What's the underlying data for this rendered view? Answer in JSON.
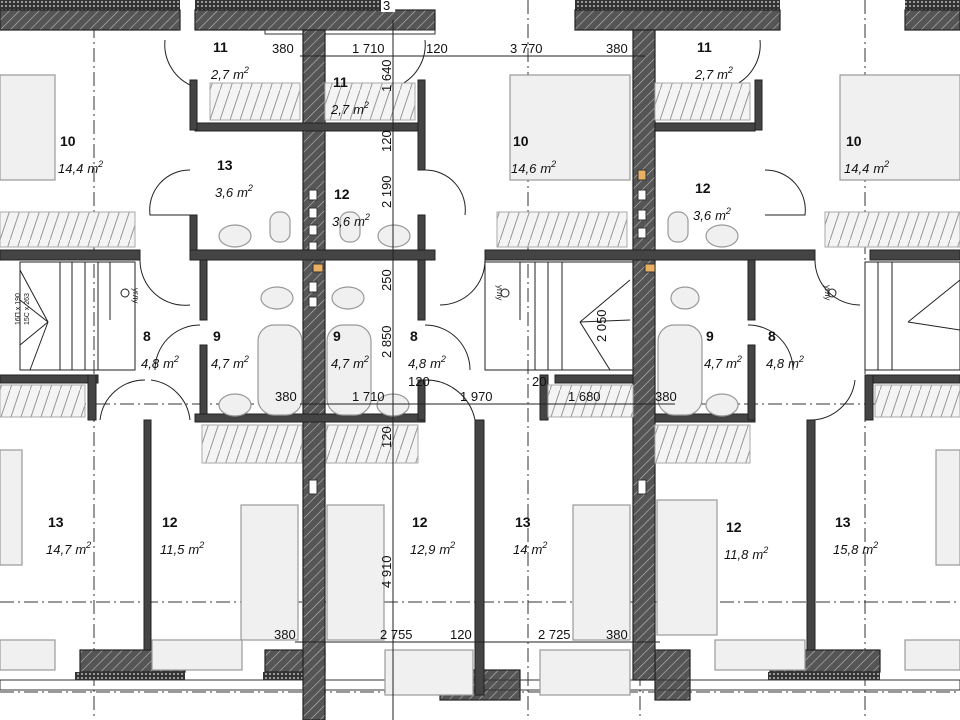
{
  "plan": {
    "top_marker": "3",
    "area_unit": "m",
    "area_exp": "2",
    "rooms": [
      {
        "number": "11",
        "area": "2,7"
      },
      {
        "number": "11",
        "area": "2,7"
      },
      {
        "number": "11",
        "area": "2,7"
      },
      {
        "number": "10",
        "area": "14,4"
      },
      {
        "number": "10",
        "area": "14,6"
      },
      {
        "number": "10",
        "area": "14,4"
      },
      {
        "number": "13",
        "area": "3,6"
      },
      {
        "number": "12",
        "area": "3,6"
      },
      {
        "number": "12",
        "area": "3,6"
      },
      {
        "number": "8",
        "area": "4,8"
      },
      {
        "number": "9",
        "area": "4,7"
      },
      {
        "number": "9",
        "area": "4,7"
      },
      {
        "number": "8",
        "area": "4,8"
      },
      {
        "number": "9",
        "area": "4,7"
      },
      {
        "number": "8",
        "area": "4,8"
      },
      {
        "number": "13",
        "area": "14,7"
      },
      {
        "number": "12",
        "area": "11,5"
      },
      {
        "number": "12",
        "area": "12,9"
      },
      {
        "number": "13",
        "area": "14"
      },
      {
        "number": "12",
        "area": "11,8"
      },
      {
        "number": "13",
        "area": "15,8"
      }
    ],
    "dims_top": [
      "380",
      "1 710",
      "120",
      "3 770",
      "380"
    ],
    "dims_middle": [
      "380",
      "1 710",
      "120",
      "1 970",
      "20",
      "1 680",
      "380"
    ],
    "dims_bottom": [
      "380",
      "2 755",
      "120",
      "2 725",
      "380"
    ],
    "dims_vertical": [
      "1 640",
      "120",
      "2 190",
      "250",
      "2 850",
      "120",
      "4 910"
    ],
    "dim_stair": "2 050",
    "stair_labels": {
      "up": "углу",
      "size": "16П x 190",
      "size2": "15С x 263"
    }
  }
}
